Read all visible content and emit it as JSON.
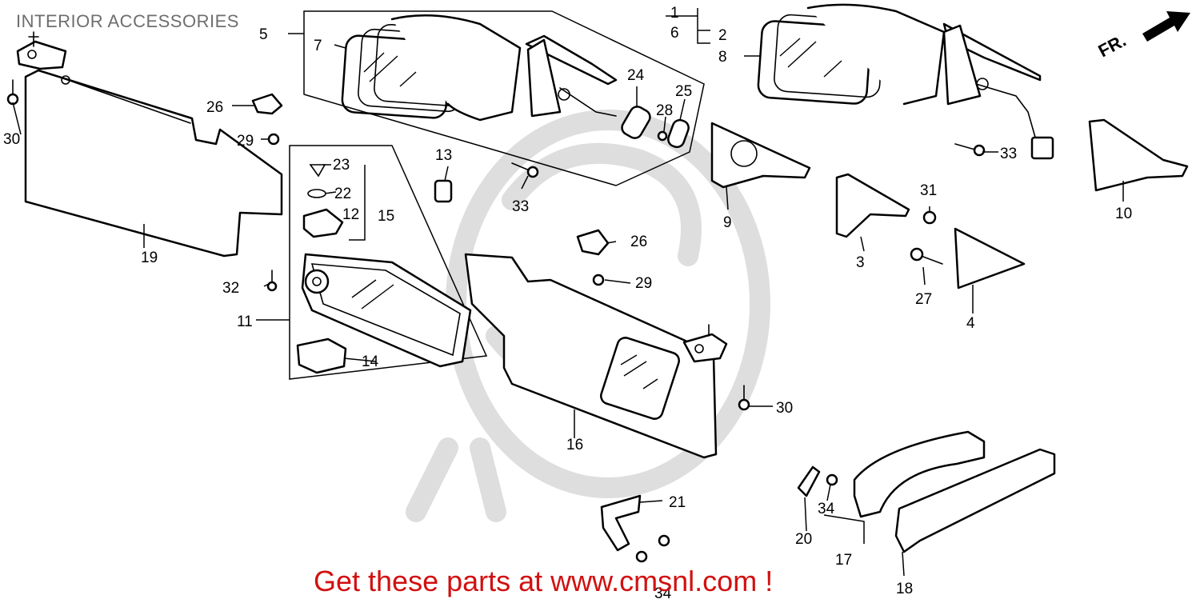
{
  "title": "INTERIOR ACCESSORIES",
  "footer": "Get these parts at www.cmsnl.com !",
  "front_marker": "FR.",
  "callouts": {
    "n1": "1",
    "n2": "2",
    "n3": "3",
    "n4": "4",
    "n5": "5",
    "n6": "6",
    "n7": "7",
    "n8": "8",
    "n9": "9",
    "n10": "10",
    "n11": "11",
    "n12": "12",
    "n13": "13",
    "n14": "14",
    "n15": "15",
    "n16": "16",
    "n17": "17",
    "n18": "18",
    "n19": "19",
    "n20": "20",
    "n21": "21",
    "n22": "22",
    "n23": "23",
    "n24": "24",
    "n25": "25",
    "n26": "26",
    "n27": "27",
    "n28": "28",
    "n29": "29",
    "n30": "30",
    "n31": "31",
    "n32": "32",
    "n33": "33",
    "n34": "34"
  },
  "colors": {
    "footer": "#d21010",
    "title": "#6e6e6e",
    "line": "#000000",
    "watermark": "#dedede"
  }
}
